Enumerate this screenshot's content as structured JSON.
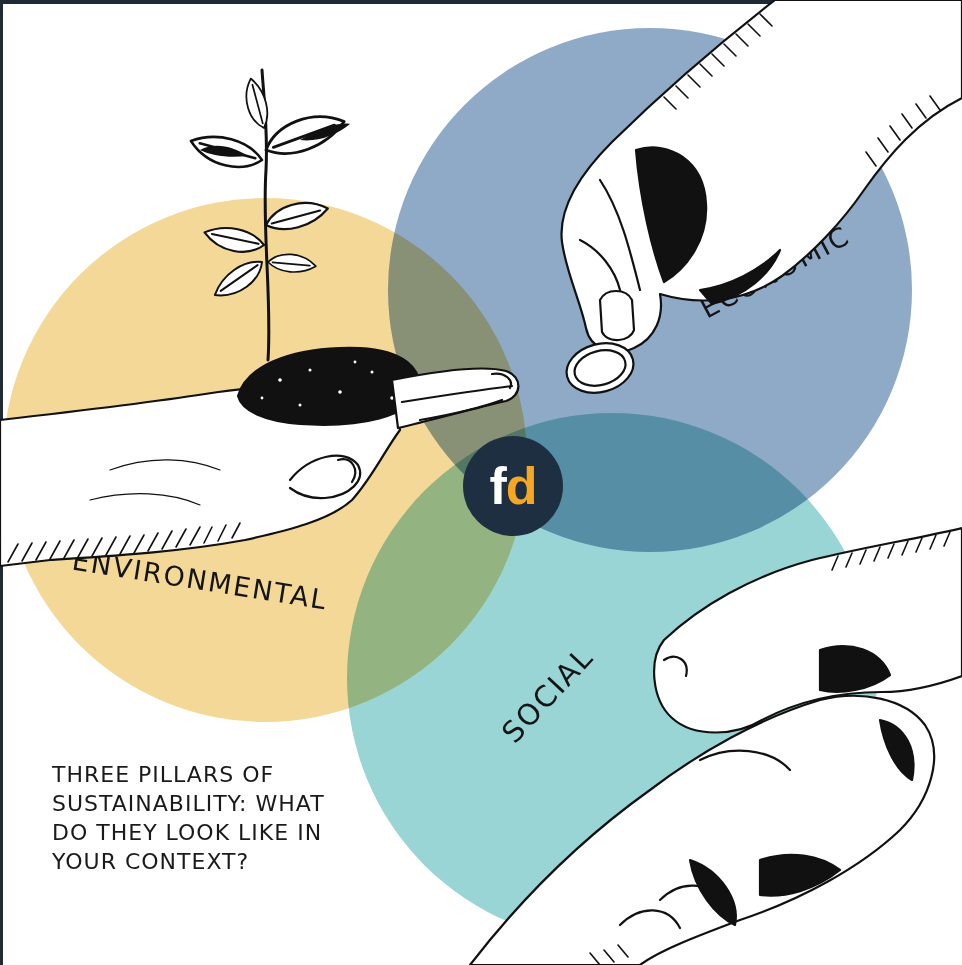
{
  "diagram": {
    "caption": "THREE PILLARS OF SUSTAINABILITY: WHAT DO THEY LOOK LIKE IN YOUR CONTEXT?",
    "nodes": [
      {
        "text": [
          "ENVIRONMENTAL"
        ]
      },
      {
        "text": [
          "ECONOMIC"
        ]
      },
      {
        "text": [
          "SOCIAL"
        ]
      },
      {
        "text": [
          "fd"
        ]
      }
    ]
  }
}
